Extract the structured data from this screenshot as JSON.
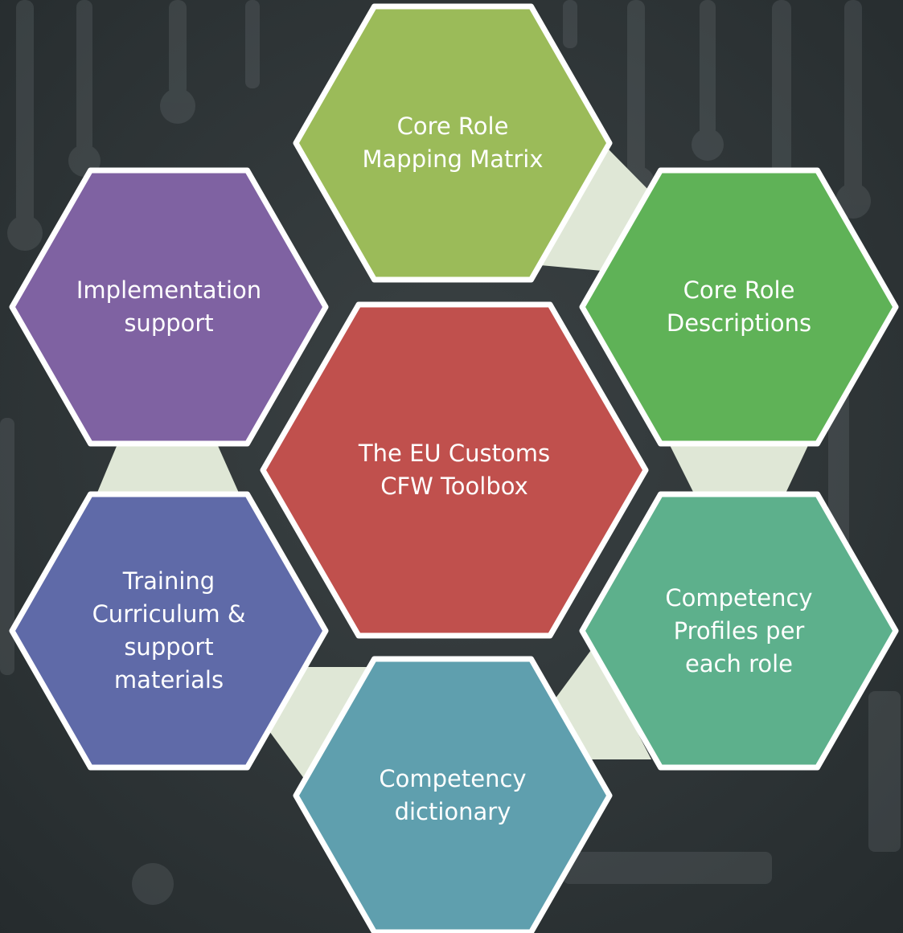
{
  "diagram": {
    "center": {
      "label": "The EU Customs\nCFW Toolbox",
      "color": "#c0504d"
    },
    "items": [
      {
        "id": "core-role-mapping-matrix",
        "label": "Core Role\nMapping Matrix",
        "color": "#9bbb59"
      },
      {
        "id": "core-role-descriptions",
        "label": "Core Role\nDescriptions",
        "color": "#5fb257"
      },
      {
        "id": "competency-profiles",
        "label": "Competency\nProfiles per\neach role",
        "color": "#5db08c"
      },
      {
        "id": "competency-dictionary",
        "label": "Competency\ndictionary",
        "color": "#5f9fae"
      },
      {
        "id": "training-curriculum",
        "label": "Training\nCurriculum &\nsupport\nmaterials",
        "color": "#5f6aa8"
      },
      {
        "id": "implementation-support",
        "label": "Implementation\nsupport",
        "color": "#7f62a2"
      }
    ],
    "connector_color": "#dfe7d6",
    "hex_border_color": "#ffffff",
    "background_color": "#2e3436"
  }
}
